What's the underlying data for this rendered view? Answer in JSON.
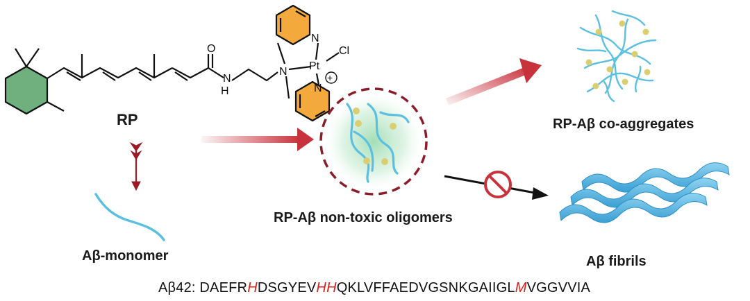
{
  "molecule": {
    "label": "RP",
    "atoms": {
      "O": "O",
      "H": "H",
      "N_amide": "N",
      "N_amine": "N",
      "Pt": "Pt",
      "Cl": "Cl",
      "N_py1": "N",
      "N_py2": "N",
      "charge": "+"
    }
  },
  "labels": {
    "monomer": "Aβ-monomer",
    "oligomers": "RP-Aβ non-toxic oligomers",
    "coaggregates": "RP-Aβ co-aggregates",
    "fibrils": "Aβ fibrils"
  },
  "sequence": {
    "prefix": "Aβ42: ",
    "segments": [
      {
        "text": "DAEFR",
        "highlight": false
      },
      {
        "text": "H",
        "highlight": true
      },
      {
        "text": "DSGYEV",
        "highlight": false
      },
      {
        "text": "HH",
        "highlight": true
      },
      {
        "text": "QKLVFFAEDVGSNKGAIIGL",
        "highlight": false
      },
      {
        "text": "M",
        "highlight": true
      },
      {
        "text": "VGGVVIA",
        "highlight": false
      }
    ]
  },
  "colors": {
    "arrow_red": "#c8323c",
    "peptide_blue": "#5bbfe0",
    "bead_yellow": "#d9cf72",
    "pyridine_orange": "#f4a93c",
    "ring_green": "#6fb07e",
    "circle_dash": "#8b1d2a",
    "halo_green": "#b7e6c4",
    "fibril_blue": "#58b4e0",
    "highlight_red": "#d6221f"
  },
  "icons": [
    "prohibited-icon"
  ]
}
